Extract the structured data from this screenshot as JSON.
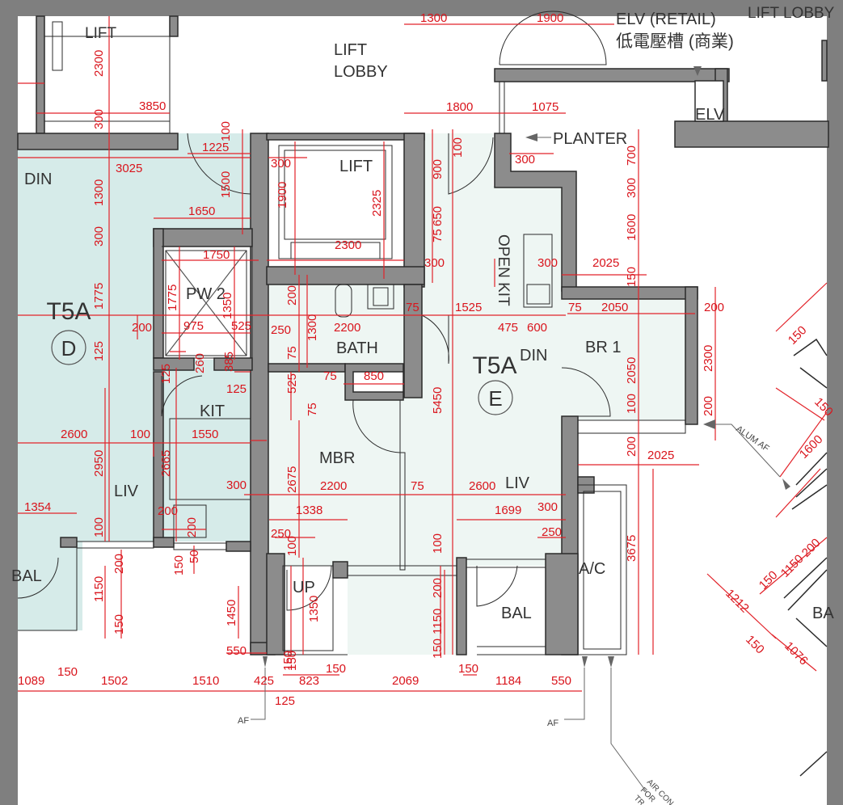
{
  "sheet": {
    "colors": {
      "frame": "#7f7f7f",
      "paper": "#ffffff",
      "wall": "#8c8c8c",
      "wall_edge": "#2b2b2b",
      "unit_d_fill": "#d6ebe9",
      "unit_e_fill": "#eef6f3",
      "dimension": "#d9141c",
      "label": "#333333"
    }
  },
  "units": {
    "d": {
      "code": "T5A",
      "letter": "D"
    },
    "e": {
      "code": "T5A",
      "letter": "E"
    }
  },
  "rooms": {
    "lift_top": "LIFT",
    "lift_lobby_1": "LIFT",
    "lift_lobby_2": "LOBBY",
    "elv_retail": "ELV (RETAIL)",
    "elv_retail_cn": "低電壓槽 (商業)",
    "lift_lobby_right": "LIFT LOBBY",
    "elv": "ELV",
    "planter": "PLANTER",
    "din_d": "DIN",
    "lift_mid": "LIFT",
    "open_kit": "OPEN KIT",
    "pw2": "PW 2",
    "bath": "BATH",
    "din_e": "DIN",
    "br1": "BR 1",
    "kit": "KIT",
    "mbr": "MBR",
    "liv_d": "LIV",
    "liv_e": "LIV",
    "bal_d": "BAL",
    "up": "UP",
    "ac": "A/C",
    "bal_e": "BAL",
    "bal_right": "BA"
  },
  "tags": {
    "af_1": "AF",
    "af_2": "AF",
    "alum_af": "ALUM AF",
    "air_con_1": "AIR CON",
    "air_con_2": "FOR",
    "air_con_3": "TR"
  },
  "dims": {
    "d1300a": "1300",
    "d1900a": "1900",
    "d2300a": "2300",
    "d3850": "3850",
    "d300a": "300",
    "d100a": "100",
    "d1225": "1225",
    "d3025": "3025",
    "d1500": "1500",
    "d300b": "300",
    "d1900b": "1900",
    "d2325": "2325",
    "d1800": "1800",
    "d1075": "1075",
    "d100b": "100",
    "d300c": "300",
    "d900": "900",
    "d700": "700",
    "d300d": "300",
    "d1600a": "1600",
    "d1300b": "1300",
    "d1650": "1650",
    "d650": "650",
    "d75a": "75",
    "d300e": "300",
    "d1750": "1750",
    "d2300b": "2300",
    "d300f": "300",
    "d300g": "300",
    "d2025a": "2025",
    "d150a": "150",
    "d1775a": "1775",
    "d1775b": "1775",
    "d1350a": "1350",
    "d200a": "200",
    "d75b": "75",
    "d1525": "1525",
    "d75c": "75",
    "d2050a": "2050",
    "d200b": "200",
    "d200c": "200",
    "d975": "975",
    "d525a": "525",
    "d250a": "250",
    "d2200a": "2200",
    "d1300c": "1300",
    "d475": "475",
    "d600": "600",
    "d125a": "125",
    "d125b": "125",
    "d260": "260",
    "d385": "385",
    "d75d": "75",
    "d525b": "525",
    "d75e": "75",
    "d850": "850",
    "d2300c": "2300",
    "d2050b": "2050",
    "d125c": "125",
    "d5450": "5450",
    "d75f": "75",
    "d100c": "100",
    "d200d": "200",
    "d2600a": "2600",
    "d100d": "100",
    "d1550": "1550",
    "d2950": "2950",
    "d2665": "2665",
    "d200e": "200",
    "d2025b": "2025",
    "d1600b": "1600",
    "d1354": "1354",
    "d300h": "300",
    "d2675": "2675",
    "d2200b": "2200",
    "d75g": "75",
    "d2600b": "2600",
    "d1338": "1338",
    "d1699": "1699",
    "d300i": "300",
    "d200f": "200",
    "d200g": "200",
    "d100e": "100",
    "d250b": "250",
    "d100f": "100",
    "d250c": "250",
    "d3675": "3675",
    "d100g": "100",
    "d200h": "200",
    "d150b": "150",
    "d50": "50",
    "d1150a": "1150",
    "d1450": "1450",
    "d1350b": "1350",
    "d200i": "200",
    "d1150b": "1150",
    "d150c": "150",
    "d550a": "550",
    "d150d": "150",
    "d150e": "150",
    "d150f": "150",
    "d1089": "1089",
    "d150g": "150",
    "d1502": "1502",
    "d1510": "1510",
    "d425": "425",
    "d823": "823",
    "d150h": "150",
    "d2069": "2069",
    "d150i": "150",
    "d1184": "1184",
    "d550b": "550",
    "d125d": "125",
    "d150j": "150",
    "d1212": "1212",
    "d150k": "150",
    "d1150c": "1150",
    "d150l": "150",
    "d200j": "200",
    "d1076": "1076",
    "d150m": "150"
  }
}
